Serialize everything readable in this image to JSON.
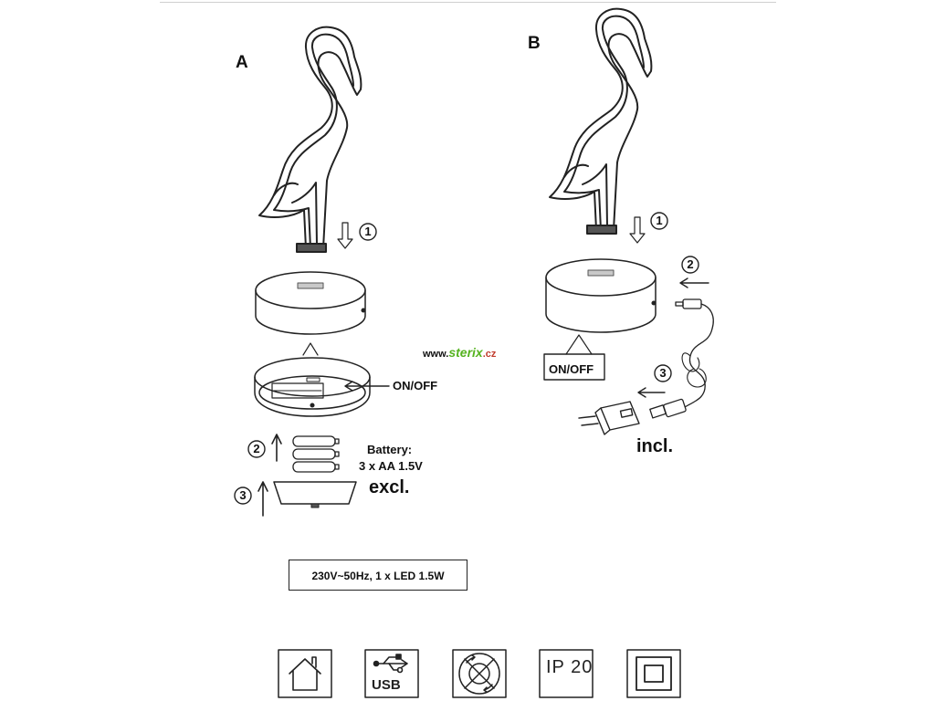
{
  "sections": {
    "a": "A",
    "b": "B"
  },
  "labels": {
    "onoff_a": "ON/OFF",
    "onoff_b": "ON/OFF",
    "battery_line1": "Battery:",
    "battery_line2": "3 x AA 1.5V",
    "excl": "excl.",
    "incl": "incl."
  },
  "steps": {
    "a1": "1",
    "a2": "2",
    "a3": "3",
    "b1": "1",
    "b2": "2",
    "b3": "3"
  },
  "watermark": {
    "prefix": "www.",
    "brand": "sterix",
    "tld": ".cz"
  },
  "spec": "230V~50Hz, 1 x LED 1.5W",
  "icons": [
    {
      "name": "indoor-use-icon"
    },
    {
      "name": "usb-icon",
      "text": "USB"
    },
    {
      "name": "led-non-replaceable-icon"
    },
    {
      "name": "ip-rating-icon",
      "text": "IP 20"
    },
    {
      "name": "protection-class-ii-icon"
    }
  ]
}
